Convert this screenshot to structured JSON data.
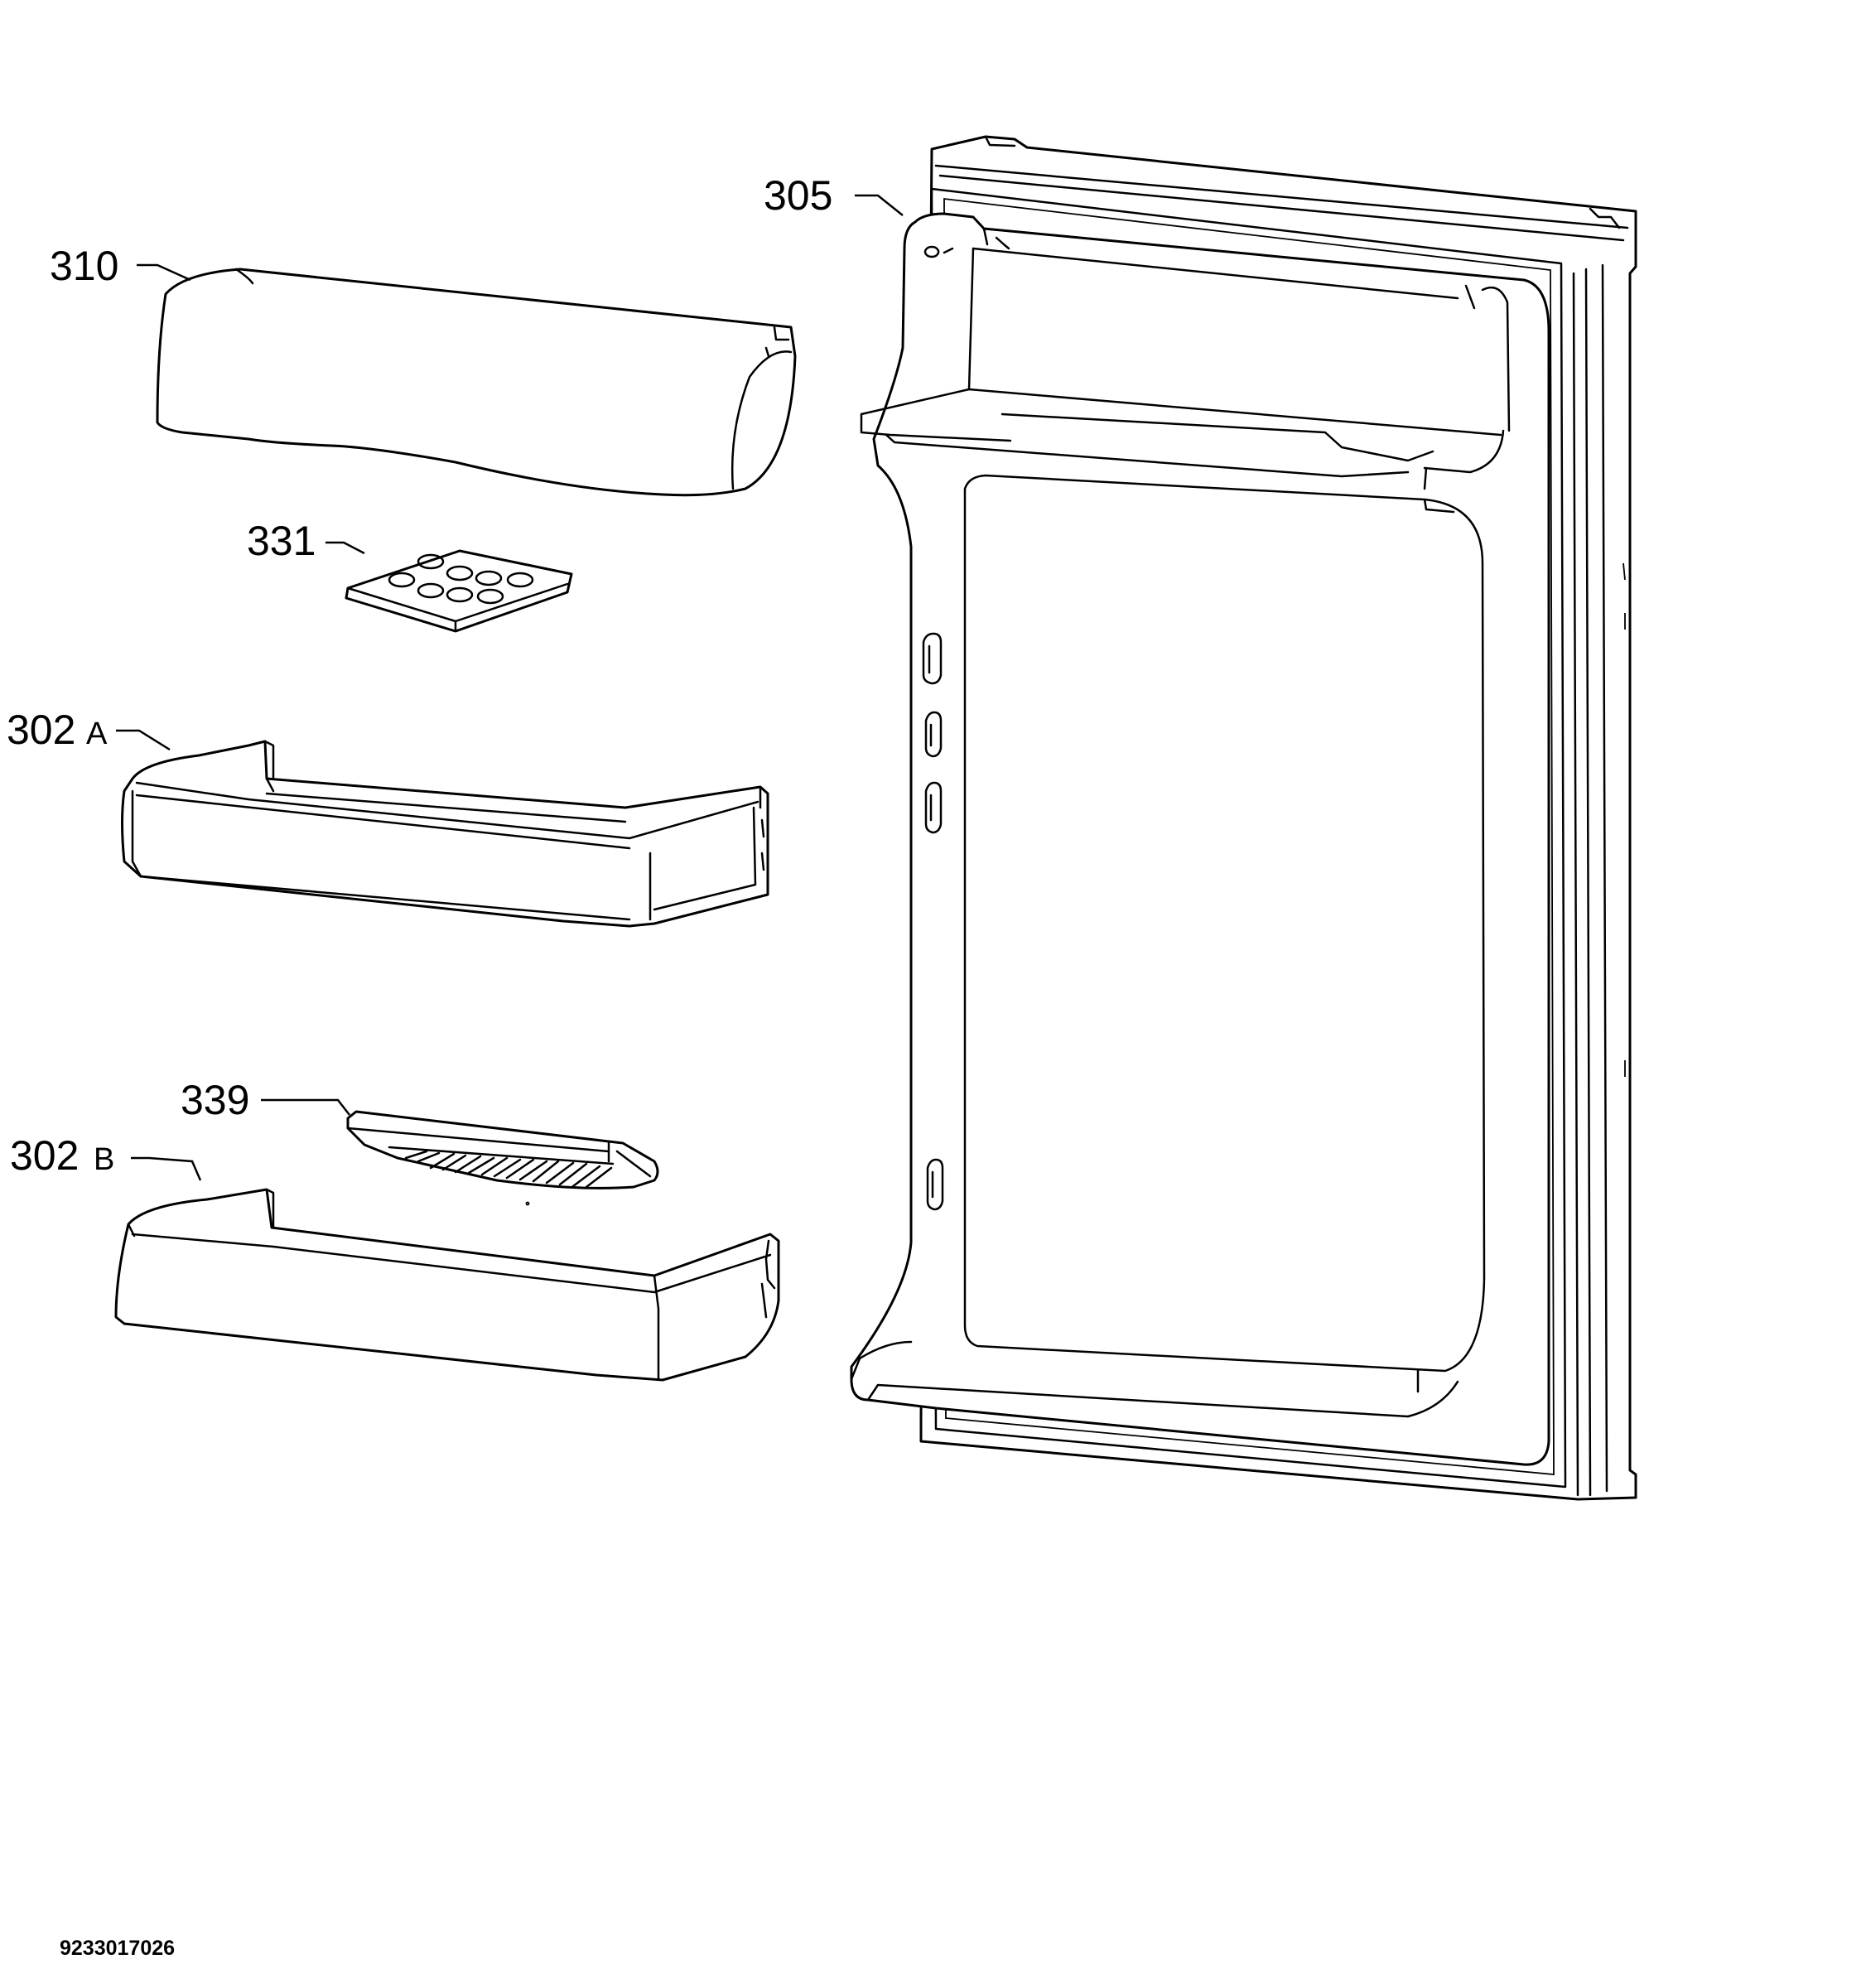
{
  "callouts": {
    "c305": "305",
    "c310": "310",
    "c331": "331",
    "c302a_num": "302",
    "c302a_suffix": "A",
    "c339": "339",
    "c302b_num": "302",
    "c302b_suffix": "B"
  },
  "document_number": "9233017026",
  "colors": {
    "line": "#000000",
    "background": "#ffffff"
  }
}
